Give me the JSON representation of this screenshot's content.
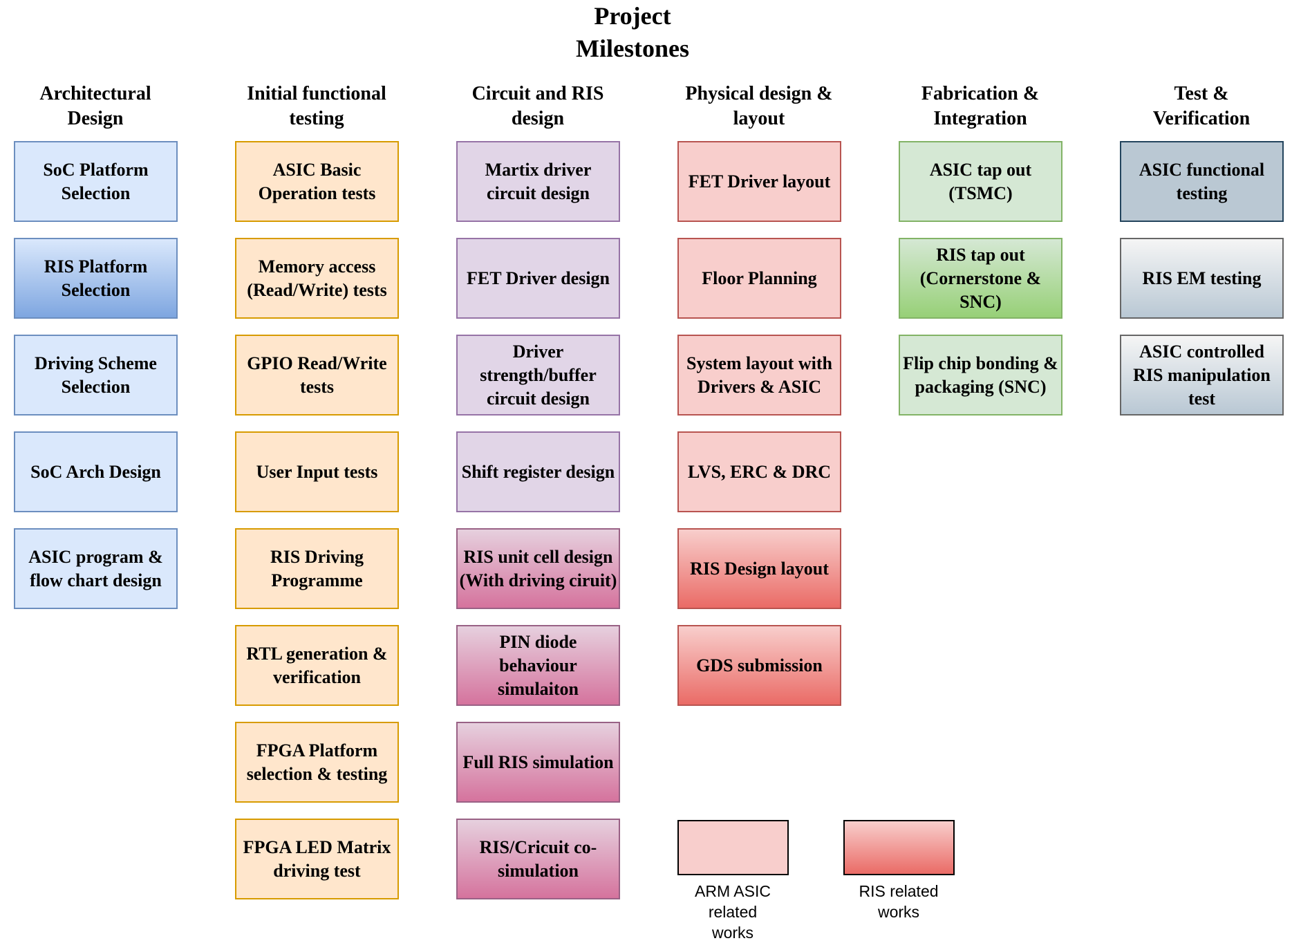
{
  "title": "Project Milestones",
  "columns": [
    {
      "header": "Architectural Design",
      "items": [
        {
          "label": "SoC Platform Selection",
          "style": "blue"
        },
        {
          "label": "RIS Platform Selection",
          "style": "blue-grad"
        },
        {
          "label": "Driving Scheme Selection",
          "style": "blue"
        },
        {
          "label": "SoC Arch Design",
          "style": "blue"
        },
        {
          "label": "ASIC program & flow chart design",
          "style": "blue"
        }
      ]
    },
    {
      "header": "Initial functional testing",
      "items": [
        {
          "label": "ASIC Basic Operation tests",
          "style": "orange"
        },
        {
          "label": "Memory access (Read/Write) tests",
          "style": "orange"
        },
        {
          "label": "GPIO Read/Write tests",
          "style": "orange"
        },
        {
          "label": "User Input tests",
          "style": "orange"
        },
        {
          "label": "RIS Driving Programme",
          "style": "orange"
        },
        {
          "label": "RTL generation & verification",
          "style": "orange"
        },
        {
          "label": "FPGA Platform selection & testing",
          "style": "orange"
        },
        {
          "label": "FPGA LED Matrix driving test",
          "style": "orange"
        }
      ]
    },
    {
      "header": "Circuit and RIS design",
      "items": [
        {
          "label": "Martix driver circuit design",
          "style": "purple"
        },
        {
          "label": "FET Driver design",
          "style": "purple"
        },
        {
          "label": "Driver strength/buffer circuit design",
          "style": "purple"
        },
        {
          "label": "Shift register design",
          "style": "purple"
        },
        {
          "label": "RIS unit cell design (With driving ciruit)",
          "style": "pink-grad"
        },
        {
          "label": "PIN diode behaviour simulaiton",
          "style": "pink-grad"
        },
        {
          "label": "Full RIS simulation",
          "style": "pink-grad"
        },
        {
          "label": "RIS/Cricuit co-simulation",
          "style": "pink-grad"
        }
      ]
    },
    {
      "header": "Physical design & layout",
      "items": [
        {
          "label": "FET Driver layout",
          "style": "red"
        },
        {
          "label": "Floor Planning",
          "style": "red"
        },
        {
          "label": "System layout with Drivers & ASIC",
          "style": "red"
        },
        {
          "label": "LVS, ERC & DRC",
          "style": "red"
        },
        {
          "label": "RIS Design layout",
          "style": "red-grad"
        },
        {
          "label": "GDS submission",
          "style": "red-grad"
        }
      ]
    },
    {
      "header": "Fabrication & Integration",
      "items": [
        {
          "label": "ASIC tap out (TSMC)",
          "style": "green"
        },
        {
          "label": "RIS tap out (Cornerstone & SNC)",
          "style": "green-grad"
        },
        {
          "label": "Flip chip bonding & packaging (SNC)",
          "style": "green"
        }
      ]
    },
    {
      "header": "Test & Verification",
      "items": [
        {
          "label": "ASIC functional testing",
          "style": "slate"
        },
        {
          "label": "RIS EM testing",
          "style": "gray-grad"
        },
        {
          "label": "ASIC controlled RIS manipulation test",
          "style": "gray-grad"
        }
      ]
    }
  ],
  "legend": [
    {
      "label": "ARM ASIC related works",
      "style": "red"
    },
    {
      "label": "RIS related works",
      "style": "red-grad"
    }
  ]
}
